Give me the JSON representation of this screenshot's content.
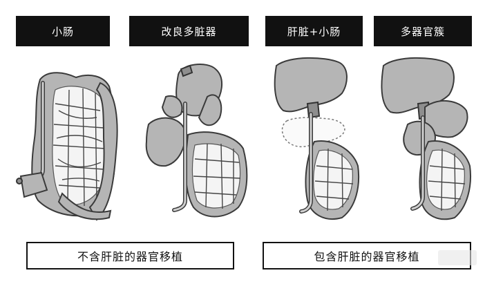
{
  "panels": [
    {
      "title": "小肠"
    },
    {
      "title": "改良多脏器"
    },
    {
      "title": "肝脏+小肠"
    },
    {
      "title": "多器官簇"
    }
  ],
  "groups": [
    {
      "label": "不含肝脏的器官移植"
    },
    {
      "label": "包含肝脏的器官移植"
    }
  ]
}
